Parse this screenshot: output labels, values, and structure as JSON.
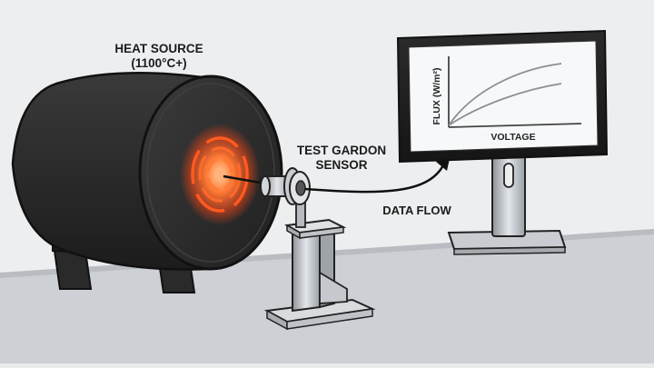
{
  "labels": {
    "heat_source_title": "HEAT SOURCE",
    "heat_source_temp": "(1100°C+)",
    "sensor_line1": "TEST GARDON",
    "sensor_line2": "SENSOR",
    "data_flow": "DATA FLOW"
  },
  "monitor_chart": {
    "ylabel": "FLUX (W/m²)",
    "xlabel": "VOLTAGE",
    "curves": 2
  },
  "colors": {
    "background": "#e9ebed",
    "floor": "#c9ccd0",
    "cylinder": "#2a2a2a",
    "glow": "#ff5a1f",
    "metal": "#b9bdc2",
    "outline": "#151515"
  }
}
